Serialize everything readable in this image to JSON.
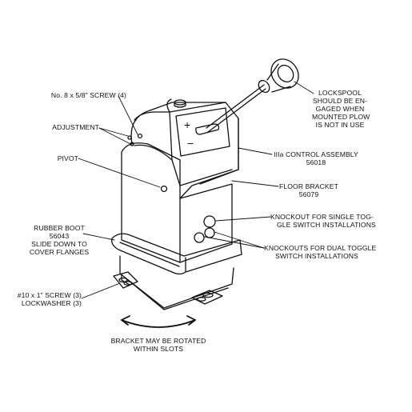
{
  "labels": {
    "screw_top": [
      "No. 8 x 5/8\" SCREW (4)"
    ],
    "adjustment": [
      "ADJUSTMENT"
    ],
    "pivot": [
      "PIVOT"
    ],
    "rubber_boot": [
      "RUBBER BOOT",
      "56043",
      "SLIDE DOWN TO",
      "COVER FLANGES"
    ],
    "screw_bottom": [
      "#10 x 1\" SCREW (3)",
      "LOCKWASHER (3)"
    ],
    "bracket_rotate": [
      "BRACKET MAY BE ROTATED",
      "WITHIN SLOTS"
    ],
    "lockspool": [
      "LOCKSPOOL",
      "SHOULD BE EN-",
      "GAGED WHEN",
      "MOUNTED PLOW",
      "IS NOT IN USE"
    ],
    "control_assembly": [
      "IIIa CONTROL ASSEMBLY",
      "56018"
    ],
    "floor_bracket": [
      "FLOOR BRACKET",
      "56079"
    ],
    "knockout_single": [
      "KNOCKOUT FOR SINGLE TOG-",
      "GLE SWITCH INSTALLATIONS"
    ],
    "knockout_dual": [
      "KNOCKOUTS FOR DUAL TOGGLE",
      "SWITCH INSTALLATIONS"
    ]
  },
  "colors": {
    "line": "#111111",
    "background": "#ffffff"
  }
}
